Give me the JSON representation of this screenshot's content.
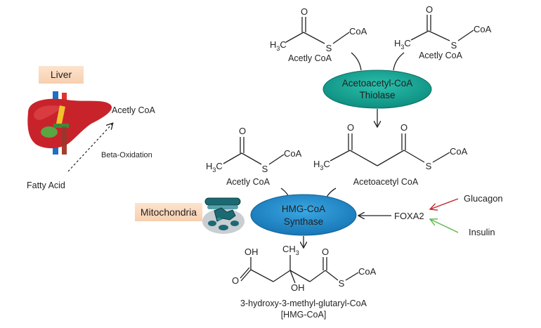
{
  "liver": {
    "tag": "Liver",
    "fatty_acid": "Fatty Acid",
    "acetyl_coa": "Acetly CoA",
    "process": "Beta-Oxidation"
  },
  "mitochondria": {
    "tag": "Mitochondria"
  },
  "reaction1": {
    "substrate_left": {
      "name": "Acetly CoA",
      "coa": "CoA",
      "o": "O",
      "s": "S",
      "h3c": "H",
      "h3c_sub": "3",
      "h3c_c": "C"
    },
    "substrate_right": {
      "name": "Acetly CoA",
      "coa": "CoA",
      "o": "O",
      "s": "S",
      "h3c": "H",
      "h3c_sub": "3",
      "h3c_c": "C"
    },
    "enzyme": {
      "line1": "Acetoacetyl-CoA",
      "line2": "Thiolase",
      "color": "#10a08f"
    },
    "product": {
      "name": "Acetoacetyl CoA",
      "coa": "CoA",
      "s": "S",
      "o1": "O",
      "o2": "O",
      "h3c": "H",
      "h3c_sub": "3",
      "h3c_c": "C"
    }
  },
  "reaction2": {
    "substrate": {
      "name": "Acetly CoA",
      "coa": "CoA",
      "o": "O",
      "s": "S",
      "h3c": "H",
      "h3c_sub": "3",
      "h3c_c": "C"
    },
    "enzyme": {
      "line1": "HMG-CoA",
      "line2": "Synthase",
      "color": "#1c91d2"
    },
    "regulator": "FOXA2",
    "glucagon": "Glucagon",
    "insulin": "Insulin",
    "glucagon_color": "#c0262d",
    "insulin_color": "#5cb646"
  },
  "product": {
    "oh": "OH",
    "ch3": "CH",
    "ch3_sub": "3",
    "oh2": "OH",
    "o": "O",
    "o2": "O",
    "s": "S",
    "coa": "CoA",
    "line1": "3-hydroxy-3-methyl-glutaryl-CoA",
    "line2": "[HMG-CoA]"
  }
}
